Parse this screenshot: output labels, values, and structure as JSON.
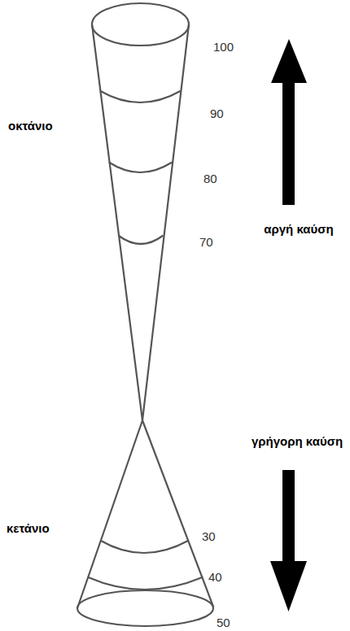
{
  "diagram": {
    "labels": [
      "100",
      "90",
      "οκτάνιο",
      "80",
      "70",
      "αργή καύση",
      "γρήγορη καύση",
      "κετάνιο",
      "30",
      "40",
      "50"
    ]
  }
}
